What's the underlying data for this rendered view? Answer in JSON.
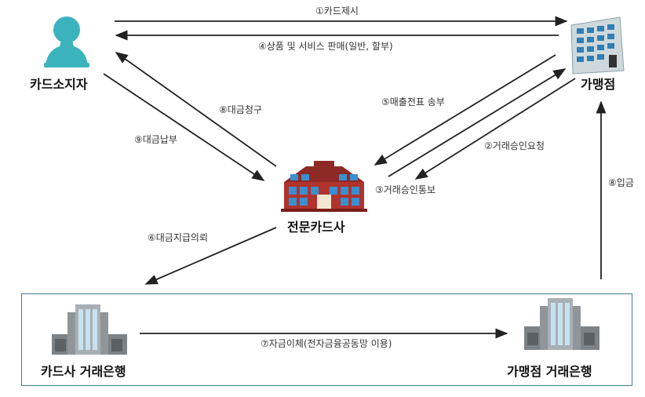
{
  "nodes": {
    "cardholder": "카드소지자",
    "merchant": "가맹점",
    "card_company": "전문카드사",
    "card_bank": "카드사 거래은행",
    "merchant_bank": "가맹점 거래은행"
  },
  "flows": {
    "f1": "①카드제시",
    "f2": "②거래승인요청",
    "f3": "③거래승인통보",
    "f4": "④상품 및 서비스 판매(일반, 할부)",
    "f5": "⑤매출전표 송부",
    "f6": "⑥대금지급의뢰",
    "f7": "⑦자금이체(전자금융공동망 이용)",
    "f8a": "⑧대금청구",
    "f8b": "⑧입금",
    "f9": "⑨대금납부"
  },
  "colors": {
    "person": "#3bb3bd",
    "box_border": "#3f7f93",
    "arrow": "#222222",
    "hq_brick": "#b0332d"
  }
}
